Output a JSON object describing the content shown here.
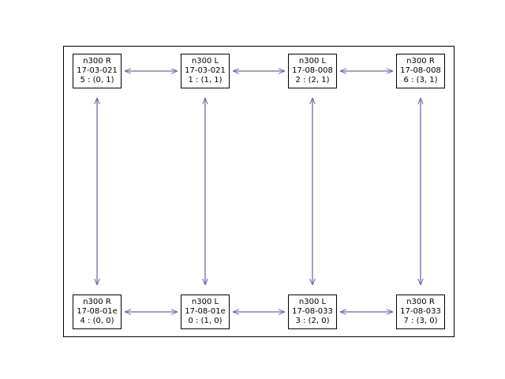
{
  "diagram": {
    "link_color": "#7366aa",
    "nodes": [
      {
        "id": "n5",
        "lines": [
          "n300 R",
          "17-03-021",
          "5 : (0, 1)"
        ]
      },
      {
        "id": "n1",
        "lines": [
          "n300 L",
          "17-03-021",
          "1 : (1, 1)"
        ]
      },
      {
        "id": "n2",
        "lines": [
          "n300 L",
          "17-08-008",
          "2 : (2, 1)"
        ]
      },
      {
        "id": "n6",
        "lines": [
          "n300 R",
          "17-08-008",
          "6 : (3, 1)"
        ]
      },
      {
        "id": "n4",
        "lines": [
          "n300 R",
          "17-08-01e",
          "4 : (0, 0)"
        ]
      },
      {
        "id": "n0",
        "lines": [
          "n300 L",
          "17-08-01e",
          "0 : (1, 0)"
        ]
      },
      {
        "id": "n3",
        "lines": [
          "n300 L",
          "17-08-033",
          "3 : (2, 0)"
        ]
      },
      {
        "id": "n7",
        "lines": [
          "n300 R",
          "17-08-033",
          "7 : (3, 0)"
        ]
      }
    ],
    "links": [
      {
        "from": "n5",
        "to": "n1"
      },
      {
        "from": "n1",
        "to": "n2"
      },
      {
        "from": "n2",
        "to": "n6"
      },
      {
        "from": "n4",
        "to": "n0"
      },
      {
        "from": "n0",
        "to": "n3"
      },
      {
        "from": "n3",
        "to": "n7"
      },
      {
        "from": "n5",
        "to": "n4"
      },
      {
        "from": "n1",
        "to": "n0"
      },
      {
        "from": "n2",
        "to": "n3"
      },
      {
        "from": "n6",
        "to": "n7"
      }
    ]
  }
}
